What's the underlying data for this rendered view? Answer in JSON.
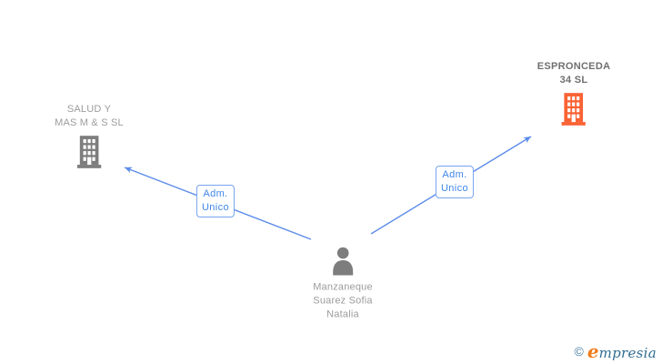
{
  "page": {
    "background": "#ffffff"
  },
  "colors": {
    "edge_blue": "#5b8cea",
    "edge_label_text": "#3f86ea",
    "edge_label_border": "#78a3ee",
    "node_icon_gray": "#7d7d7d",
    "node_label_gray": "#9c9c9c",
    "node_label_dark_gray": "#6f6f6f",
    "highlight_orange": "#fa6233",
    "logo_teal": "#2f6d90",
    "logo_orange": "#ef7d1f"
  },
  "nodes": {
    "company_left": {
      "line1": "SALUD Y",
      "line2": "MAS M & S SL",
      "icon": "building-icon"
    },
    "company_right": {
      "line1": "ESPRONCEDA",
      "line2": "34 SL",
      "icon": "building-icon"
    },
    "person": {
      "line1": "Manzaneque",
      "line2": "Suarez Sofia",
      "line3": "Natalia",
      "icon": "person-icon"
    }
  },
  "edges": [
    {
      "from": "person",
      "to": "company_left",
      "label_line1": "Adm.",
      "label_line2": "Unico"
    },
    {
      "from": "person",
      "to": "company_right",
      "label_line1": "Adm.",
      "label_line2": "Unico"
    }
  ],
  "logo": {
    "copyright": "©",
    "brand_first": "e",
    "brand_rest": "mpresia"
  }
}
